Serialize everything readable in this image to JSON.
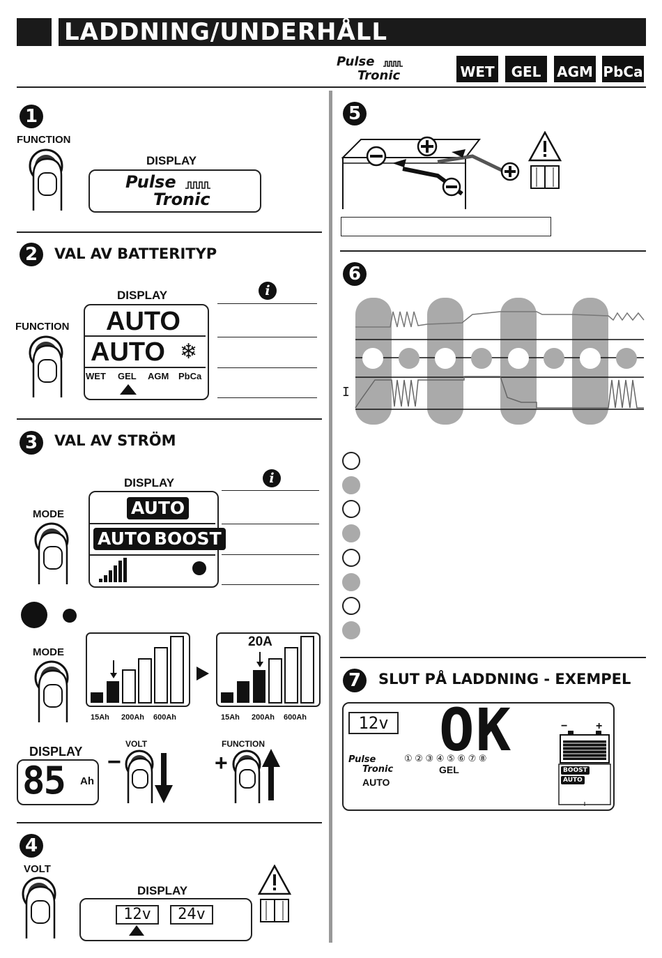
{
  "header": {
    "title": "LADDNING/UNDERHÅLL"
  },
  "brand": {
    "line1": "Pulse",
    "line2": "Tronic"
  },
  "battery_types": [
    "WET",
    "GEL",
    "AGM",
    "PbCa"
  ],
  "step1": {
    "num": "1",
    "button": "FUNCTION",
    "display_label": "DISPLAY",
    "display_line1": "Pulse",
    "display_line2": "Tronic"
  },
  "step2": {
    "num": "2",
    "title": "VAL AV BATTERITYP",
    "button": "FUNCTION",
    "display_label": "DISPLAY",
    "mode1": "AUTO",
    "mode2": "AUTO",
    "types": [
      "WET",
      "GEL",
      "AGM",
      "PbCa"
    ],
    "info_icon": "i"
  },
  "step3": {
    "num": "3",
    "title": "VAL AV STRÖM",
    "button": "MODE",
    "display_label": "DISPLAY",
    "mode_auto": "AUTO",
    "mode_auto2": "AUTO",
    "mode_boost": "BOOST",
    "info_icon": "i",
    "bars_button": "MODE",
    "bar_labels": [
      "15Ah",
      "200Ah",
      "600Ah"
    ],
    "bar_labels2": [
      "15Ah",
      "200Ah",
      "600Ah"
    ],
    "current": "20A",
    "display_label2": "DISPLAY",
    "display_value": "85",
    "display_unit": "Ah",
    "volt": "VOLT",
    "minus": "−",
    "function": "FUNCTION",
    "plus": "+"
  },
  "step4": {
    "num": "4",
    "button": "VOLT",
    "display_label": "DISPLAY",
    "v12": "12v",
    "v24": "24v"
  },
  "step5": {
    "num": "5"
  },
  "step6": {
    "num": "6",
    "current_label": "I"
  },
  "step7": {
    "num": "7",
    "title": "SLUT PÅ LADDNING - EXEMPEL",
    "voltage": "12v",
    "status": "OK",
    "steps": "① ② ③ ④ ⑤ ⑥ ⑦ ⑧",
    "type": "GEL",
    "mode": "AUTO",
    "boost": "BOOST",
    "auto": "AUTO",
    "brand1": "Pulse",
    "brand2": "Tronic",
    "minus": "−",
    "plus": "+"
  }
}
